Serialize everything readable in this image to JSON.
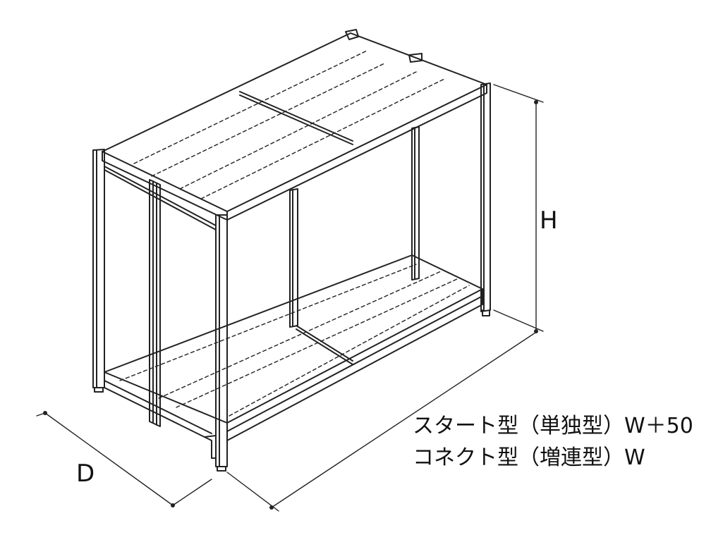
{
  "colors": {
    "line": "#222222",
    "background": "#ffffff"
  },
  "dimensions": {
    "height_label": "H",
    "depth_label": "D",
    "width_start_label": "スタート型（単独型）W＋50",
    "width_connect_label": "コネクト型（増連型）W"
  }
}
